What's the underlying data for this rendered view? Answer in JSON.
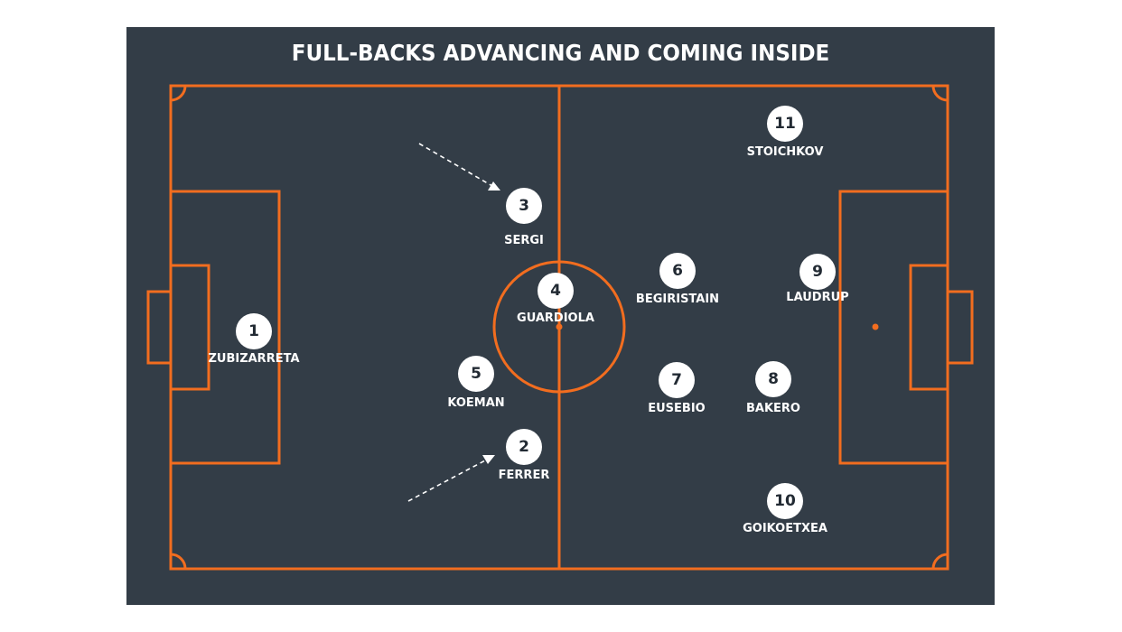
{
  "title": "FULL-BACKS ADVANCING AND COMING INSIDE",
  "colors": {
    "background": "#333d47",
    "lines": "#f26d1f",
    "player_disc": "#ffffff",
    "text": "#ffffff"
  },
  "players": [
    {
      "number": "1",
      "name": "ZUBIZARRETA"
    },
    {
      "number": "2",
      "name": "FERRER"
    },
    {
      "number": "3",
      "name": "SERGI"
    },
    {
      "number": "4",
      "name": "GUARDIOLA"
    },
    {
      "number": "5",
      "name": "KOEMAN"
    },
    {
      "number": "6",
      "name": "BEGIRISTAIN"
    },
    {
      "number": "7",
      "name": "EUSEBIO"
    },
    {
      "number": "8",
      "name": "BAKERO"
    },
    {
      "number": "9",
      "name": "LAUDRUP"
    },
    {
      "number": "10",
      "name": "GOIKOETXEA"
    },
    {
      "number": "11",
      "name": "STOICHKOV"
    }
  ]
}
